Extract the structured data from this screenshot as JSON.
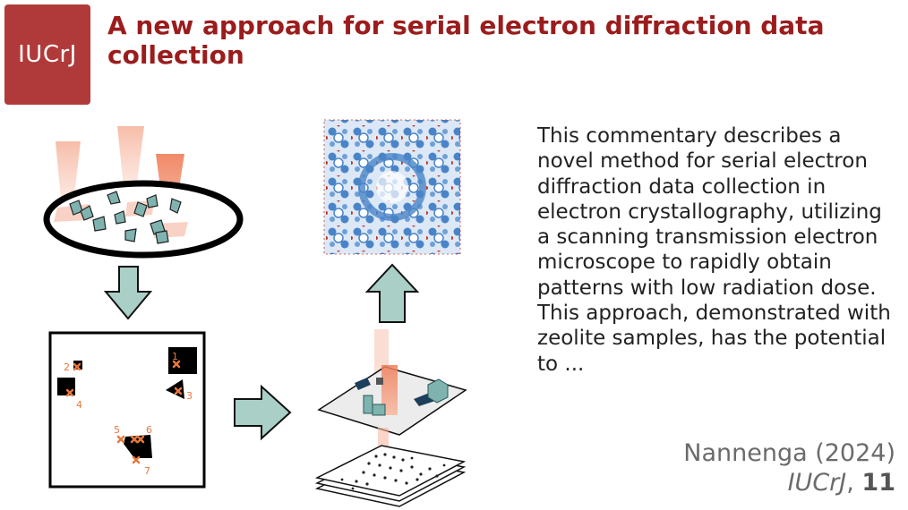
{
  "logo": {
    "text": "IUCrJ",
    "color": "#b03a3a"
  },
  "title": "A new approach for serial electron diffraction data collection",
  "summary": "This commentary describes a novel method for serial electron diffraction data collection in electron crystallography, utilizing a scanning transmission electron microscope to rapidly obtain patterns with low radiation dose. This approach, demonstrated with zeolite samples, has the potential to ...",
  "citation": {
    "authors": "Nannenga (2024)",
    "journal": "IUCrJ",
    "separator": ", ",
    "volume": "11"
  },
  "figure": {
    "crystal_labels": [
      "1",
      "2",
      "3",
      "4",
      "5",
      "6",
      "7"
    ],
    "colors": {
      "beam": "#f08060",
      "arrow_fill": "#a9cfc6",
      "crystal": "#7fb3b0",
      "marker": "#e8783c",
      "structure": "#4a84c8"
    }
  }
}
